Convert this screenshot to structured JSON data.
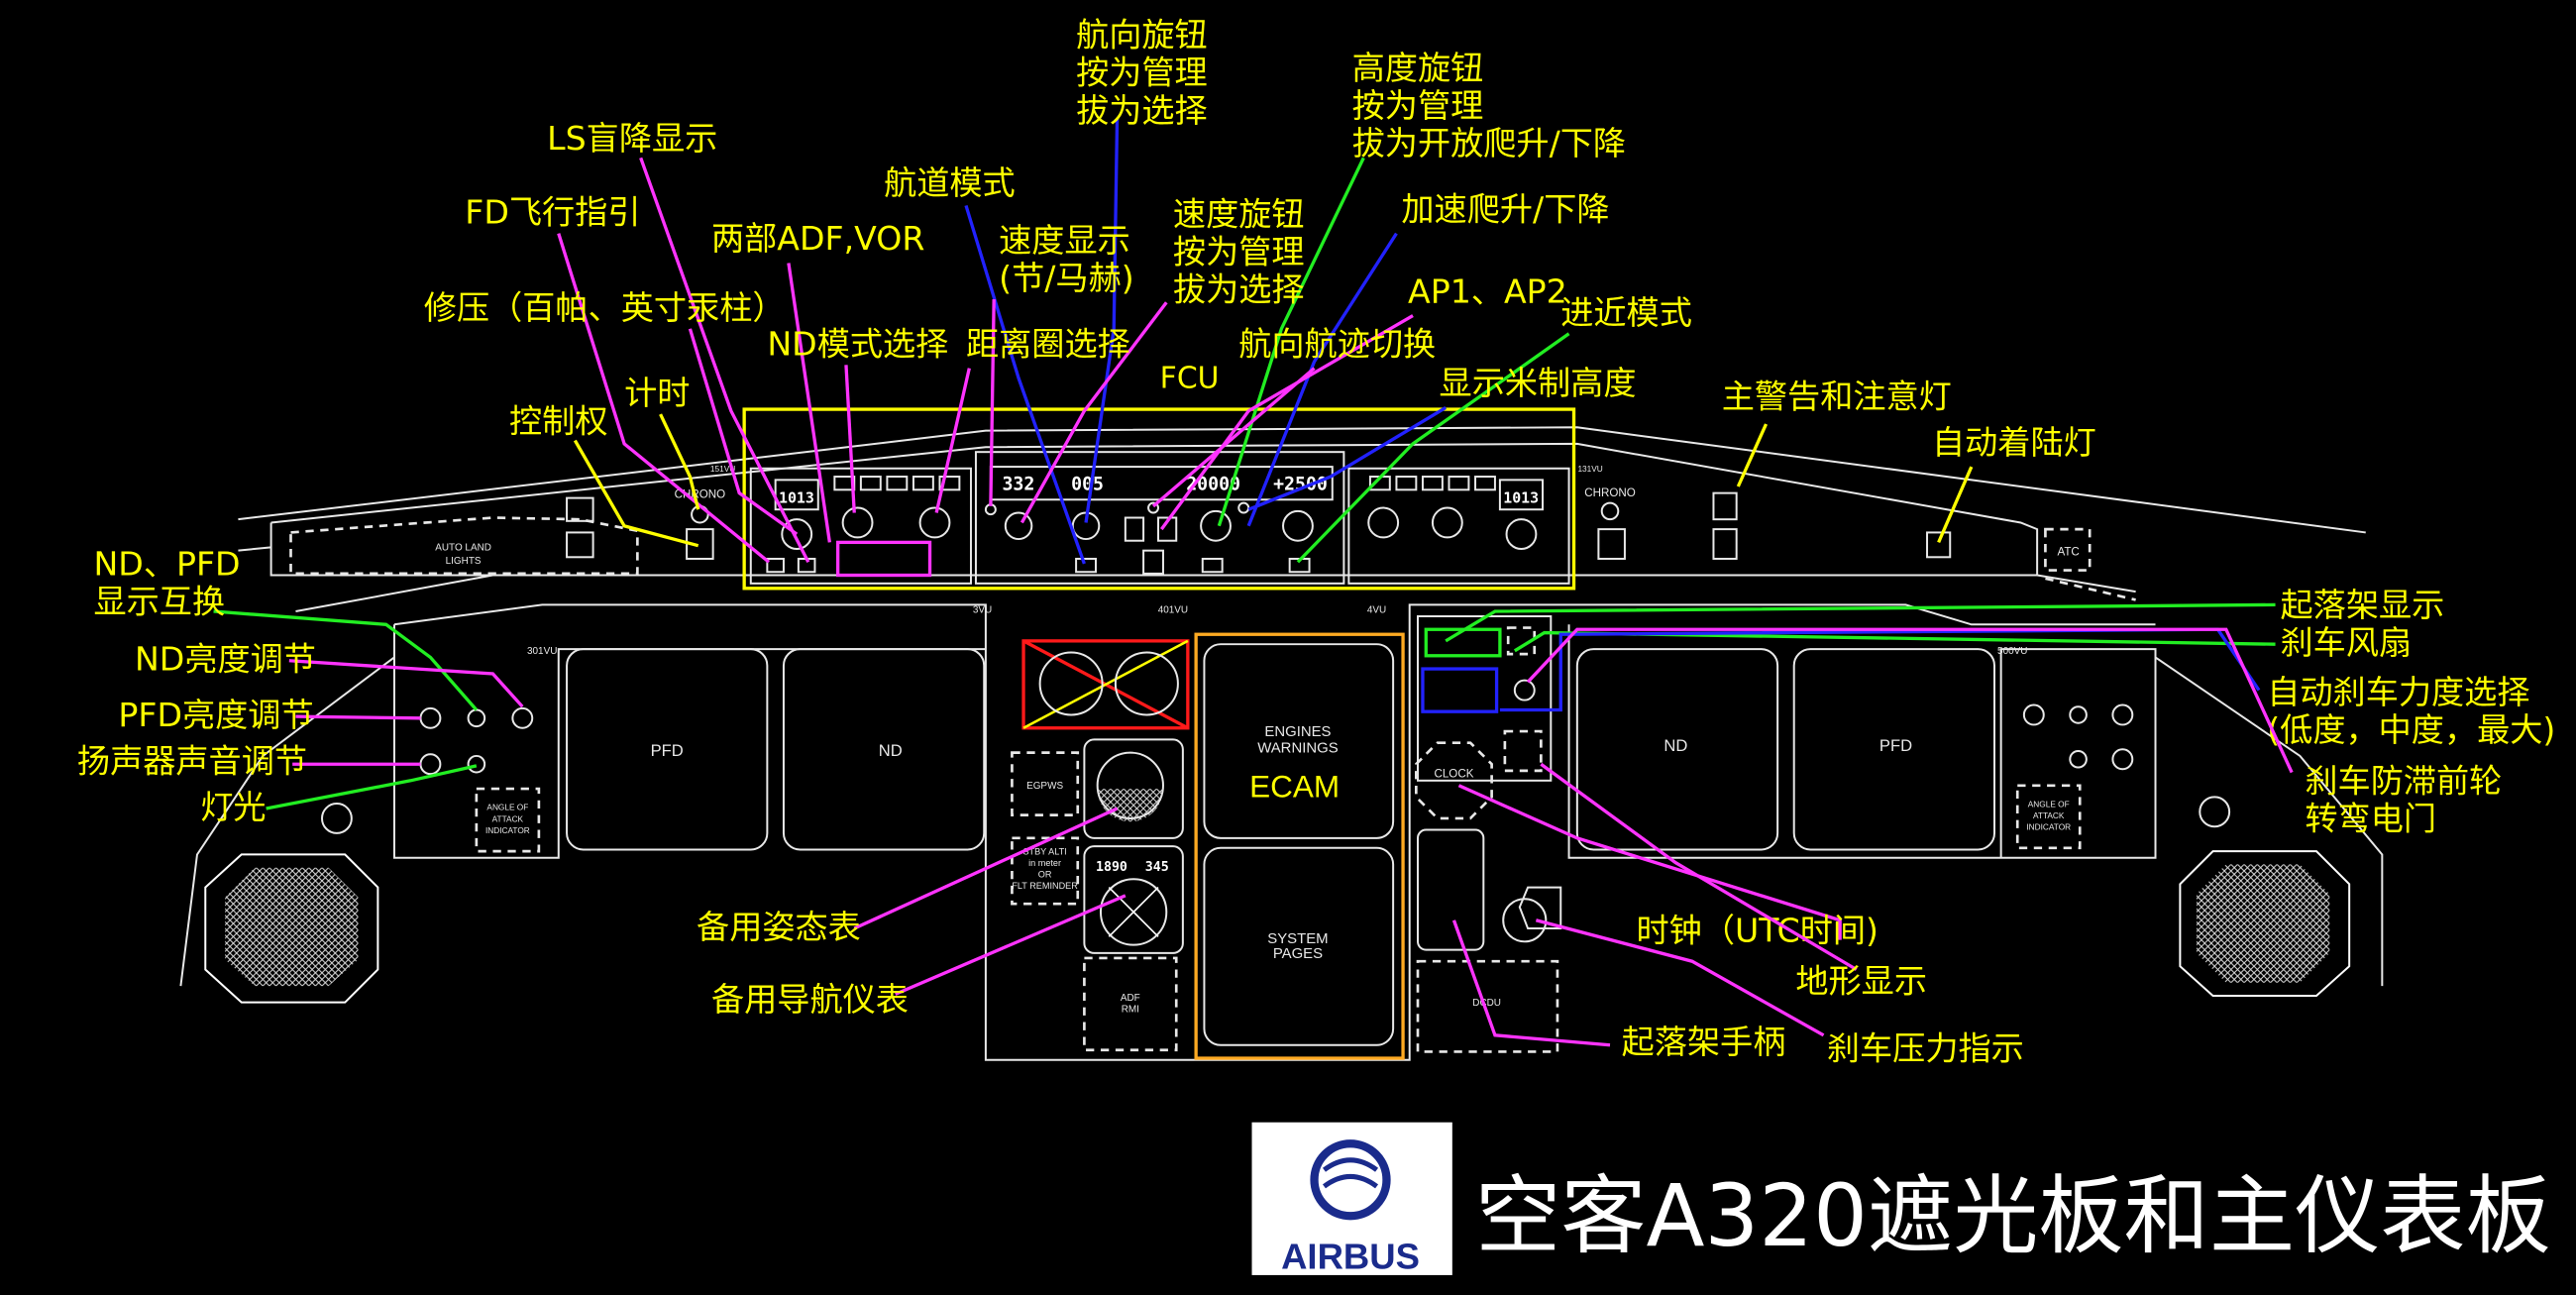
{
  "title": "空客A320遮光板和主仪表板",
  "logo": {
    "text": "AIRBUS"
  },
  "colors": {
    "label": "#ffff00",
    "magenta": "#ff33ff",
    "blue": "#2222ff",
    "green": "#22ee22",
    "yellow": "#ffff00",
    "red": "#ff1a1a",
    "orange": "#ffaa22",
    "panel": "#e8e8e8"
  },
  "callouts": [
    {
      "lines": [
        "航向旋钮",
        "按为管理",
        "拔为选择"
      ],
      "leader": "#2222ff"
    },
    {
      "lines": [
        "高度旋钮",
        "按为管理",
        "拔为开放爬升/下降"
      ],
      "leader": "#22ee22"
    },
    {
      "lines": [
        "LS盲降显示"
      ],
      "leader": "#ff33ff"
    },
    {
      "lines": [
        "航道模式"
      ],
      "leader": "#2222ff"
    },
    {
      "lines": [
        "加速爬升/下降"
      ],
      "leader": "#2222ff"
    },
    {
      "lines": [
        "FD飞行指引"
      ],
      "leader": "#ff33ff"
    },
    {
      "lines": [
        "两部ADF,VOR"
      ],
      "leader": "#ff33ff"
    },
    {
      "lines": [
        "速度显示",
        "(节/马赫)"
      ],
      "leader": "#ff33ff"
    },
    {
      "lines": [
        "速度旋钮",
        "按为管理",
        "拔为选择"
      ],
      "leader": "#ff33ff"
    },
    {
      "lines": [
        "AP1、AP2"
      ],
      "leader": "#ff33ff"
    },
    {
      "lines": [
        "进近模式"
      ],
      "leader": "#22ee22"
    },
    {
      "lines": [
        "修压（百帕、英寸汞柱）"
      ],
      "leader": "#ff33ff"
    },
    {
      "lines": [
        "ND模式选择"
      ],
      "leader": "#ff33ff"
    },
    {
      "lines": [
        "距离圈选择"
      ],
      "leader": "#ff33ff"
    },
    {
      "lines": [
        "航向航迹切换"
      ],
      "leader": "#ff33ff"
    },
    {
      "lines": [
        "FCU"
      ],
      "leader": "#ffff00"
    },
    {
      "lines": [
        "显示米制高度"
      ],
      "leader": "#2222ff"
    },
    {
      "lines": [
        "计时"
      ],
      "leader": "#ffff00"
    },
    {
      "lines": [
        "控制权"
      ],
      "leader": "#ffff00"
    },
    {
      "lines": [
        "主警告和注意灯"
      ],
      "leader": "#ffff00"
    },
    {
      "lines": [
        "自动着陆灯"
      ],
      "leader": "#ffff00"
    },
    {
      "lines": [
        "ND、PFD",
        "显示互换"
      ],
      "leader": "#22ee22"
    },
    {
      "lines": [
        "ND亮度调节"
      ],
      "leader": "#ff33ff"
    },
    {
      "lines": [
        "PFD亮度调节"
      ],
      "leader": "#ff33ff"
    },
    {
      "lines": [
        "扬声器声音调节"
      ],
      "leader": "#ff33ff"
    },
    {
      "lines": [
        "灯光"
      ],
      "leader": "#22ee22"
    },
    {
      "lines": [
        "起落架显示"
      ],
      "leader": "#22ee22"
    },
    {
      "lines": [
        "刹车风扇"
      ],
      "leader": "#22ee22"
    },
    {
      "lines": [
        "自动刹车力度选择",
        "(低度，中度，最大)"
      ],
      "leader": "#2222ff"
    },
    {
      "lines": [
        "刹车防滞前轮",
        "转弯电门"
      ],
      "leader": "#ff33ff"
    },
    {
      "lines": [
        "时钟（UTC时间)"
      ],
      "leader": "#ff33ff"
    },
    {
      "lines": [
        "地形显示"
      ],
      "leader": "#ff33ff"
    },
    {
      "lines": [
        "备用姿态表"
      ],
      "leader": "#ff33ff"
    },
    {
      "lines": [
        "备用导航仪表"
      ],
      "leader": "#ff33ff"
    },
    {
      "lines": [
        "起落架手柄"
      ],
      "leader": "#ff33ff"
    },
    {
      "lines": [
        "刹车压力指示"
      ],
      "leader": "#ff33ff"
    }
  ],
  "panel": {
    "autoland_lights": [
      "AUTO LAND",
      "LIGHTS"
    ],
    "chrono_left": "CHRONO",
    "chrono_right": "CHRONO",
    "vu_151": "151VU",
    "vu_131": "131VU",
    "baro_left": "1013",
    "baro_right": "1013",
    "fcu_spd": "332",
    "fcu_hdg": "005",
    "fcu_alt": "20000",
    "fcu_vs": "+2500",
    "atc": "ATC",
    "vu_3": "3VU",
    "vu_401": "401VU",
    "vu_4": "4VU",
    "vu_301": "301VU",
    "vu_500": "500VU",
    "pfd_left": "PFD",
    "nd_left": "ND",
    "nd_right": "ND",
    "pfd_right": "PFD",
    "ecam_upper": [
      "ENGINES",
      "WARNINGS"
    ],
    "ecam": "ECAM",
    "ecam_lower": [
      "SYSTEM",
      "PAGES"
    ],
    "egpws": "EGPWS",
    "stby_alti": [
      "STBY ALTI",
      "in meter",
      "OR",
      "FLT REMINDER"
    ],
    "adf_rmi": [
      "ADF",
      "RMI"
    ],
    "clock": "CLOCK",
    "dcdu": "DCDU",
    "aoa_left": [
      "ANGLE OF",
      "ATTACK",
      "INDICATOR"
    ],
    "aoa_right": [
      "ANGLE OF",
      "ATTACK",
      "INDICATOR"
    ],
    "isis_alt": "1890",
    "isis_spd": "345"
  }
}
